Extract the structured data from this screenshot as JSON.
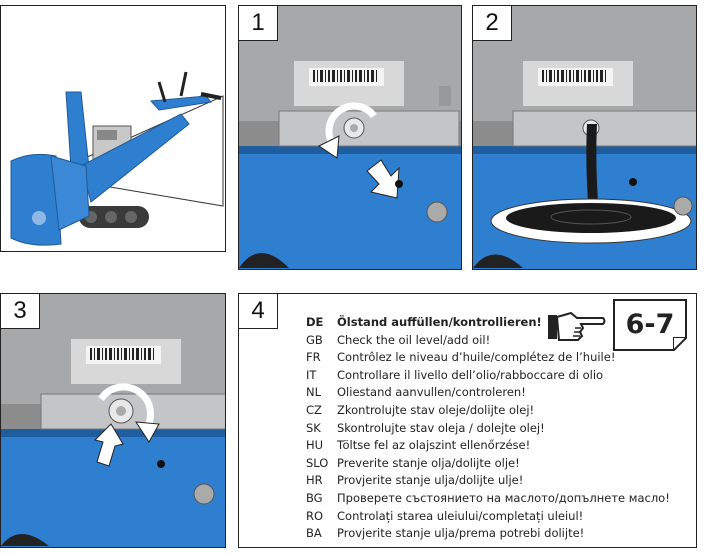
{
  "panels": {
    "p1": {
      "number": "1"
    },
    "p2": {
      "number": "2"
    },
    "p3": {
      "number": "3"
    },
    "p4": {
      "number": "4"
    }
  },
  "instructions": [
    {
      "code": "DE",
      "text": "Ölstand auffüllen/kontrollieren!"
    },
    {
      "code": "GB",
      "text": "Check the oil level/add oil!"
    },
    {
      "code": "FR",
      "text": "Contrôlez le niveau d’huile/complétez de l’huile!"
    },
    {
      "code": "IT",
      "text": "Controllare il livello dell’olio/rabboccare di olio"
    },
    {
      "code": "NL",
      "text": "Oliestand aanvullen/controleren!"
    },
    {
      "code": "CZ",
      "text": "Zkontrolujte stav oleje/dolijte olej!"
    },
    {
      "code": "SK",
      "text": "Skontrolujte stav oleja / dolejte olej!"
    },
    {
      "code": "HU",
      "text": "Töltse fel az olajszint ellenőrzése!"
    },
    {
      "code": "SLO",
      "text": "Preverite stanje olja/dolijte olje!"
    },
    {
      "code": "HR",
      "text": "Provjerite stanje ulja/dolijte ulje!"
    },
    {
      "code": "BG",
      "text": "Проверете състоянието на маслото/допълнете масло!"
    },
    {
      "code": "RO",
      "text": "Controlați starea uleiului/completați uleiul!"
    },
    {
      "code": "BA",
      "text": "Provjerite stanje ulja/prema potrebi dolijte!"
    }
  ],
  "page_ref": "6-7",
  "icons": {
    "pointing_hand": "pointing-hand-icon",
    "rotate": "rotate-arrow-icon",
    "direction": "down-arrow-icon"
  },
  "colors": {
    "machine_blue": "#2f7fd0",
    "metal_grey": "#b9bbbd",
    "oil_black": "#1a1a1a"
  }
}
